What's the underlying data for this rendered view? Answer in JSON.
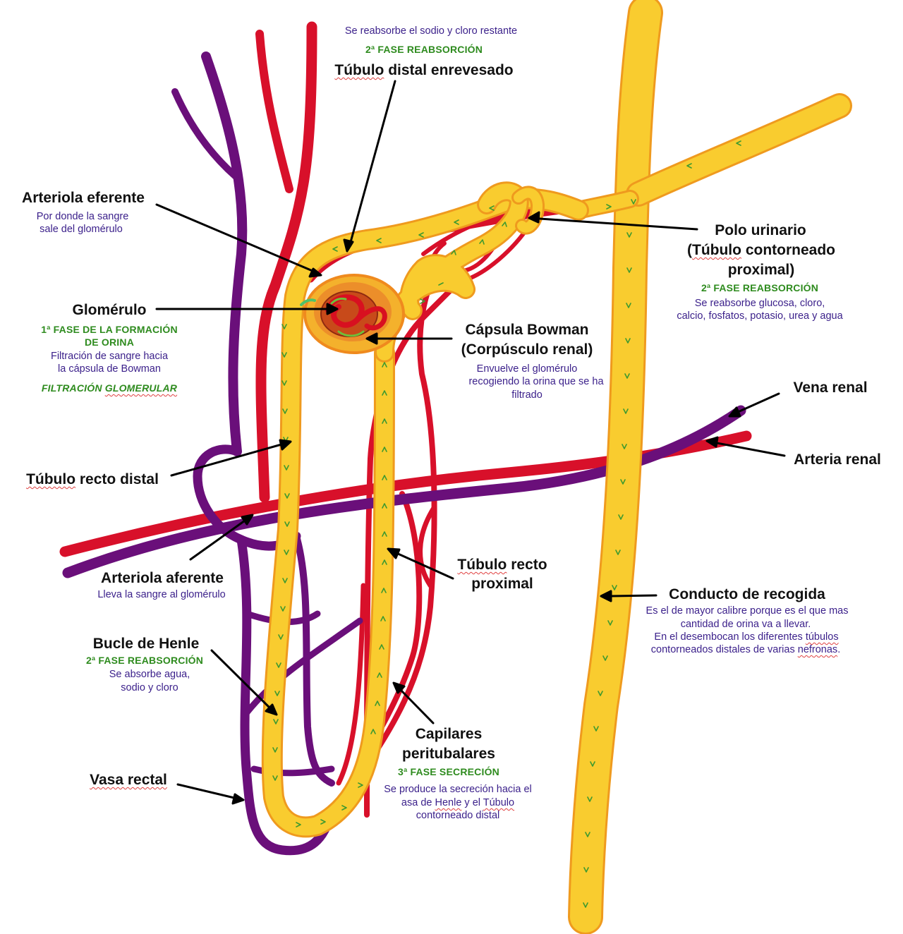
{
  "colors": {
    "tubule_fill": "#f9cc2f",
    "tubule_edge": "#ef9a1e",
    "arrow_green": "#3f9a2f",
    "artery": "#d8102a",
    "vein": "#6a0f7a",
    "label_title": "#111111",
    "label_sub": "#3a1f8a",
    "label_phase": "#2e8b1e"
  },
  "labels": {
    "distal_top": {
      "sub": "Se reabsorbe el sodio y cloro restante",
      "phase": "2ª FASE REABSORCIÓN",
      "title_a": "Túbulo",
      "title_b": " distal enrevesado"
    },
    "efferent": {
      "title": "Arteriola eferente",
      "sub1": "Por donde la sangre",
      "sub2": "sale del glomérulo"
    },
    "glomerulus": {
      "title": "Glomérulo",
      "phase1": "1ª FASE DE LA FORMACIÓN",
      "phase2": "DE ORINA",
      "sub1": "Filtración de sangre hacia",
      "sub2": "la cápsula de Bowman",
      "phase3a": "FILTRACIÓN ",
      "phase3b": "GLOMERULAR"
    },
    "bowman": {
      "title1": "Cápsula Bowman",
      "title2": "(Corpúsculo renal)",
      "sub1": "Envuelve el glomérulo",
      "sub2": "recogiendo la orina que se ha",
      "sub3": "filtrado"
    },
    "urinary_pole": {
      "title1": "Polo urinario",
      "title2a": "(",
      "title2b": "Túbulo",
      "title2c": " contorneado",
      "title3": "proximal)",
      "phase": "2ª FASE REABSORCIÓN",
      "sub1": "Se reabsorbe glucosa, cloro,",
      "sub2": "calcio, fosfatos, potasio, urea y agua"
    },
    "renal_vein": {
      "title": "Vena renal"
    },
    "renal_artery": {
      "title": "Arteria renal"
    },
    "distal_straight": {
      "title_a": "Túbulo",
      "title_b": " recto distal"
    },
    "afferent": {
      "title": "Arteriola aferente",
      "sub": "Lleva la sangre al glomérulo"
    },
    "proximal_straight": {
      "title1a": "Túbulo",
      "title1b": " recto",
      "title2": "proximal"
    },
    "collecting_duct": {
      "title": "Conducto de recogida",
      "sub1": "Es el de mayor calibre porque es el que mas",
      "sub2": "cantidad de orina va a llevar.",
      "sub3a": "En el desembocan los diferentes ",
      "sub3b": "túbulos",
      "sub4a": "contorneados distales de varias ",
      "sub4b": "nefronas",
      "sub4c": "."
    },
    "henle": {
      "title": "Bucle de Henle",
      "phase": "2ª FASE REABSORCIÓN",
      "sub1": "Se absorbe agua,",
      "sub2": "sodio y cloro"
    },
    "vasa_recta": {
      "title": "Vasa rectal"
    },
    "peritubular": {
      "title1": "Capilares",
      "title2": "peritubalares",
      "phase": "3ª FASE SECRECIÓN",
      "sub1": "Se produce la secreción hacia el",
      "sub2a": "asa de ",
      "sub2b": "Henle",
      "sub2c": " y el ",
      "sub2d": "Túbulo",
      "sub3": "contorneado distal"
    }
  }
}
